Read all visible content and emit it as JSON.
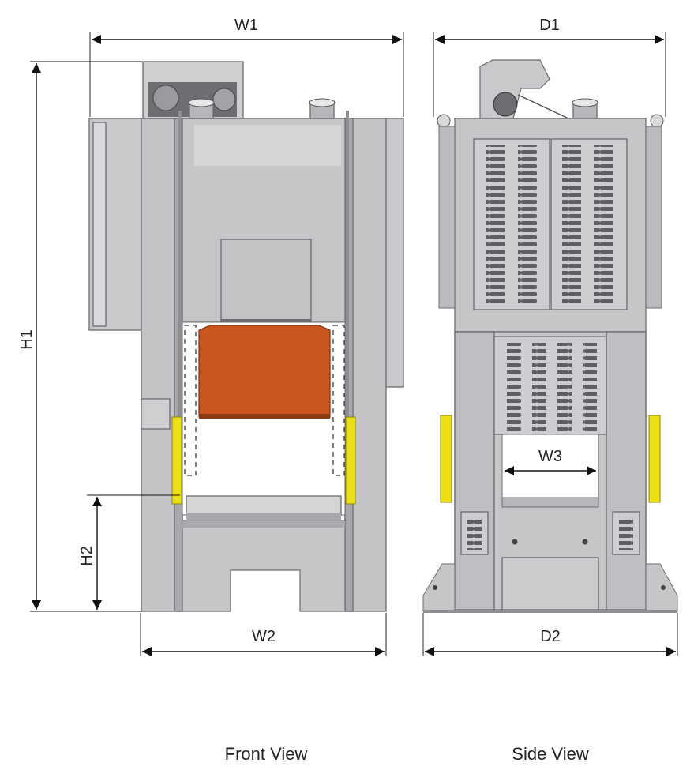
{
  "dimensions": {
    "w1": "W1",
    "d1": "D1",
    "h1": "H1",
    "h2": "H2",
    "w2": "W2",
    "d2": "D2",
    "w3": "W3"
  },
  "views": {
    "front": "Front View",
    "side": "Side View"
  },
  "colors": {
    "frame": "#c9c9cc",
    "frame_light": "#d9d9dc",
    "frame_dark": "#8e8e93",
    "slide": "#c9561e",
    "guard": "#ecdf17",
    "outline": "#6c6c70"
  }
}
